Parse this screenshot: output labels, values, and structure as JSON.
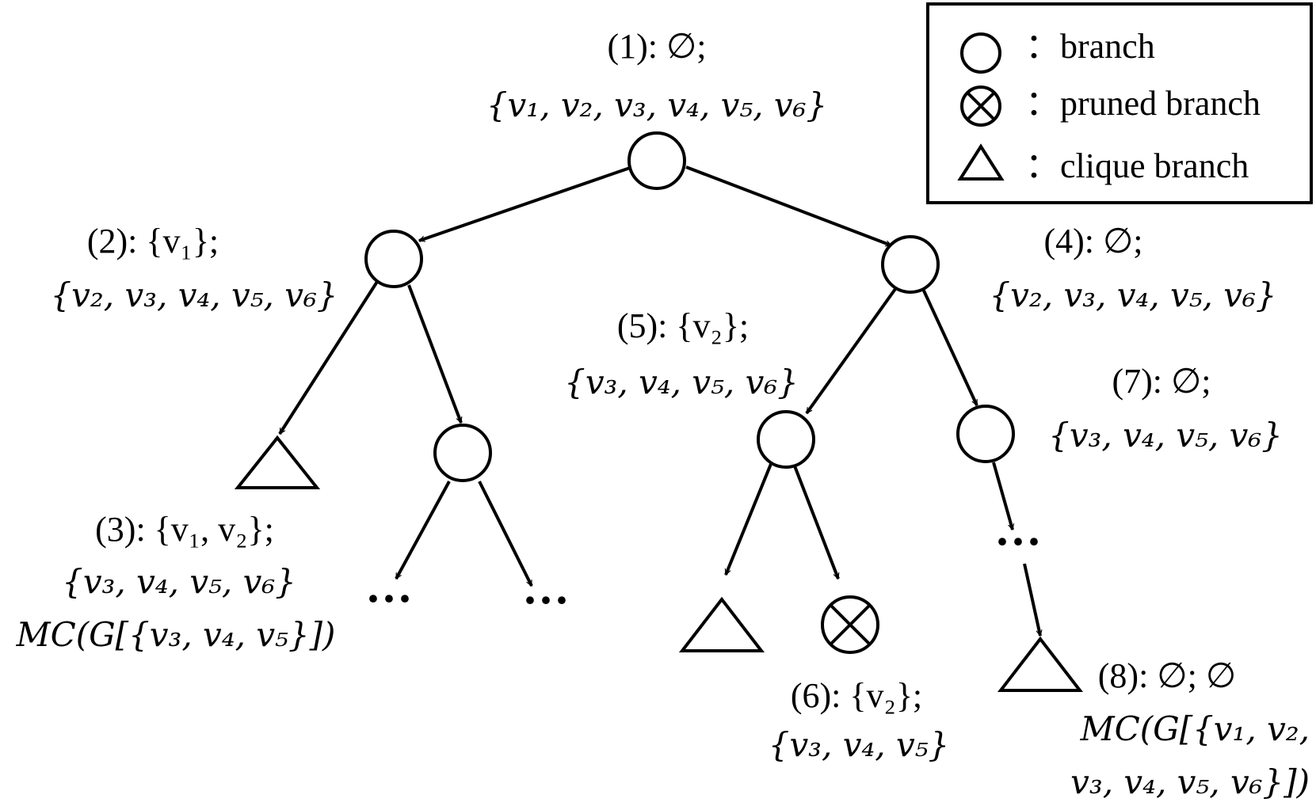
{
  "legend": {
    "branch": "：branch",
    "pruned": "：pruned branch",
    "clique": "：clique branch"
  },
  "nodes": {
    "n1": {
      "line1": "(1): ∅;",
      "line2": "{v₁, v₂, v₃, v₄, v₅, v₆}"
    },
    "n2": {
      "line1": "(2): {v₁};",
      "line2": "{v₂, v₃, v₄, v₅, v₆}"
    },
    "n3": {
      "line1": "(3): {v₁, v₂};",
      "line2": "{v₃, v₄, v₅, v₆}",
      "line3": "MC(G[{v₃, v₄, v₅}])"
    },
    "n4": {
      "line1": "(4): ∅;",
      "line2": "{v₂, v₃, v₄, v₅, v₆}"
    },
    "n5": {
      "line1": "(5): {v₂};",
      "line2": "{v₃, v₄, v₅, v₆}"
    },
    "n6": {
      "line1": "(6): {v₂};",
      "line2": "{v₃, v₄, v₅}"
    },
    "n7": {
      "line1": "(7): ∅;",
      "line2": "{v₃, v₄, v₅, v₆}"
    },
    "n8": {
      "line1": "(8): ∅; ∅",
      "line2": "MC(G[{v₁, v₂,",
      "line3": "v₃, v₄, v₅, v₆}])"
    }
  },
  "ellipsis": "···"
}
